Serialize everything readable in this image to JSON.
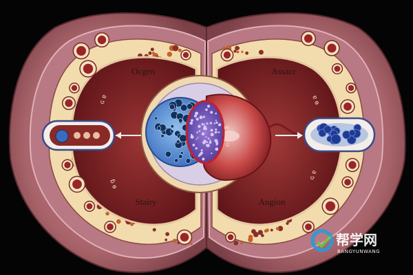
{
  "labels": {
    "top_left": "Ocgen",
    "top_right": "Assacr",
    "bottom_left": "Stairy",
    "bottom_right": "Angion"
  },
  "glyphs": {
    "left_upper": "ɢ ɐ",
    "left_lower": "ɓ ɵ",
    "center_upper": "ıɵ",
    "center_lower": "ɢ",
    "right_upper": "ɐ ɵ",
    "right_lower": "ɢ ɐ"
  },
  "watermark": {
    "logo_text": "帮学网",
    "logo_sub": "BANGYUNWANG"
  },
  "colors": {
    "background": "#050404",
    "outer_tissue": "#9c5a60",
    "fat_layer": "#f2dcae",
    "inner_cavity": "#7a1e22",
    "blue_cells": "#3a72c4",
    "purple_core": "#7f5bbd",
    "rim": "#d8cfe6"
  }
}
